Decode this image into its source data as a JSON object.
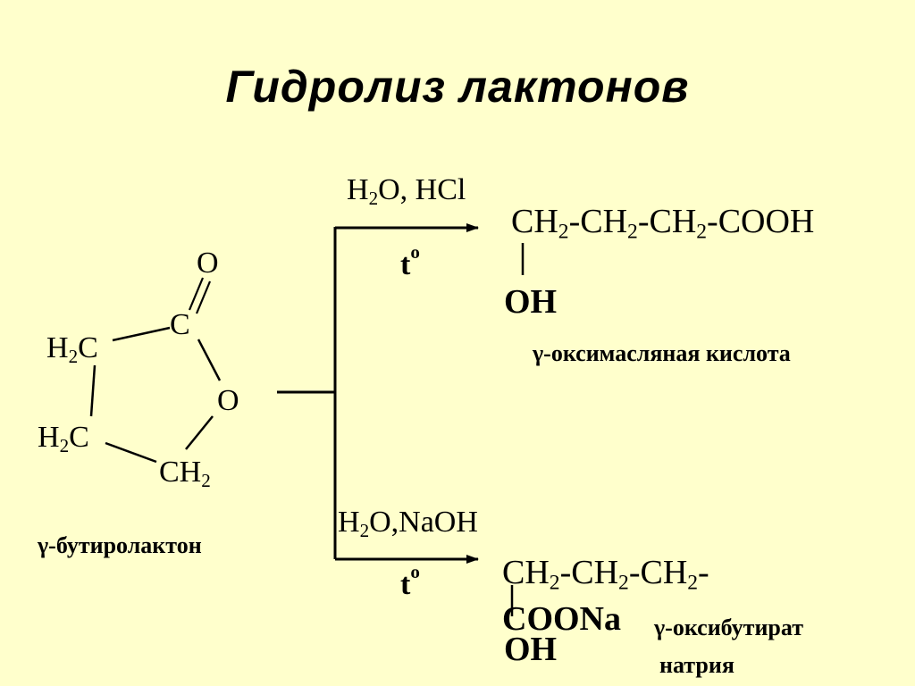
{
  "slide": {
    "title": "Гидролиз лактонов"
  },
  "lactone": {
    "atom_O_carbonyl": "O",
    "atom_C_carbonyl": "C",
    "atom_O_ring": "O",
    "atom_H2C_top": {
      "base": "H",
      "sub": "2",
      "tail": "C"
    },
    "atom_H2C_bottom": {
      "base": "H",
      "sub": "2",
      "tail": "C"
    },
    "atom_CH2": {
      "base": "CH",
      "sub": "2"
    },
    "caption": "γ-бутиролактон"
  },
  "acid_branch": {
    "reagents": {
      "part1": "H",
      "sub": "2",
      "part2": "O, HCl"
    },
    "conditions": {
      "base": "t",
      "sup": "o"
    },
    "product_chain": {
      "ch2a": "CH",
      "s1": "2",
      "dash1": "-",
      "ch2b": "CH",
      "s2": "2",
      "dash2": "-",
      "ch2c": "CH",
      "s3": "2",
      "end": "-COOH"
    },
    "product_oh": "OH",
    "product_name": "γ-оксимасляная кислота"
  },
  "base_branch": {
    "reagents": {
      "part1": "H",
      "sub": "2",
      "part2": "O,NaOH"
    },
    "conditions": {
      "base": "t",
      "sup": "o"
    },
    "product_chain": {
      "ch2a": "CH",
      "s1": "2",
      "dash1": "-",
      "ch2b": "CH",
      "s2": "2",
      "dash2": "-",
      "ch2c": "CH",
      "s3": "2",
      "end": "-"
    },
    "product_salt": "COONa",
    "product_oh": "OH",
    "product_name_line1": "γ-оксибутират",
    "product_name_line2": "натрия"
  },
  "colors": {
    "background": "#FFFFCC",
    "ink": "#000000"
  }
}
